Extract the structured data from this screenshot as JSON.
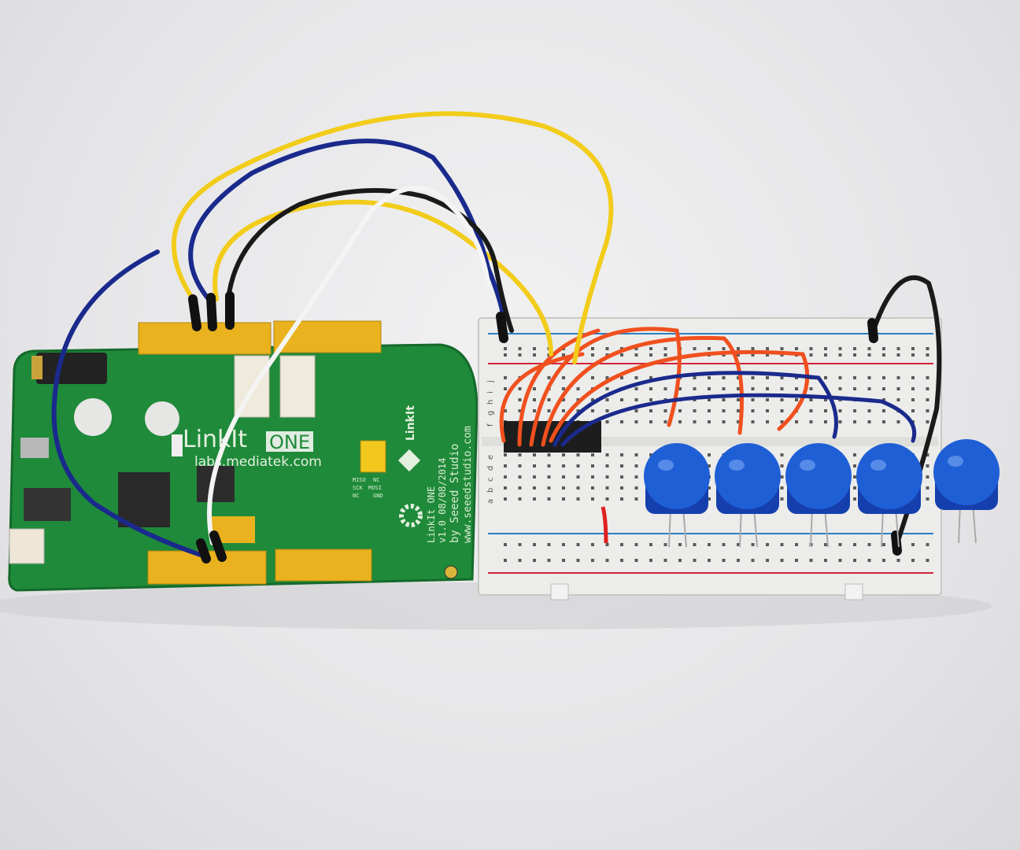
{
  "board": {
    "brand": "LinkIt",
    "model_badge": "ONE",
    "url": "labs.mediatek.com",
    "side_brand": "LinkIt",
    "side_text": [
      "LinkIt ONE",
      "v1.0 08/08/2014",
      "by Seeed Studio",
      "www.seeedstudio.com"
    ],
    "pin_labels": [
      "MISO",
      "NC",
      "SCK",
      "MOSI",
      "NC",
      "GND"
    ],
    "color": "#1f8a3a"
  },
  "breadboard": {
    "row_letters": [
      "a",
      "b",
      "c",
      "d",
      "e",
      "f",
      "g",
      "h",
      "i",
      "j"
    ],
    "rail_colors": {
      "positive": "#d2233a",
      "negative": "#2a7fc4"
    },
    "color": "#ececea"
  },
  "leds": {
    "count": 5,
    "color": "#1f5fd6"
  },
  "wire_colors": [
    "#f2cc1a",
    "#1a2a8c",
    "#1a1a1a",
    "#f2f2f2",
    "#f0501e"
  ]
}
